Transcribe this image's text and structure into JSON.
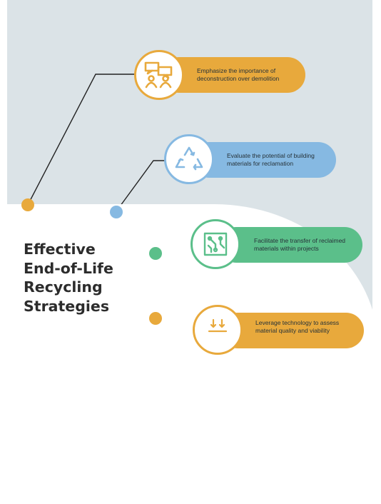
{
  "title": "Effective\nEnd-of-Life\nRecycling\nStrategies",
  "colors": {
    "orange": "#e8a93c",
    "blue": "#86b9e2",
    "green": "#5bbf8a",
    "background": "#dbe3e7"
  },
  "strategies": [
    {
      "text": "Emphasize the importance of deconstruction over demolition",
      "icon": "people-discussion-icon",
      "color": "orange"
    },
    {
      "text": "Evaluate the potential of building materials for reclamation",
      "icon": "recycle-icon",
      "color": "blue"
    },
    {
      "text": "Facilitate the transfer of reclaimed materials within projects",
      "icon": "circuit-board-icon",
      "color": "green"
    },
    {
      "text": "Leverage technology to assess material quality and viability",
      "icon": "technology-icon",
      "color": "orange"
    }
  ]
}
